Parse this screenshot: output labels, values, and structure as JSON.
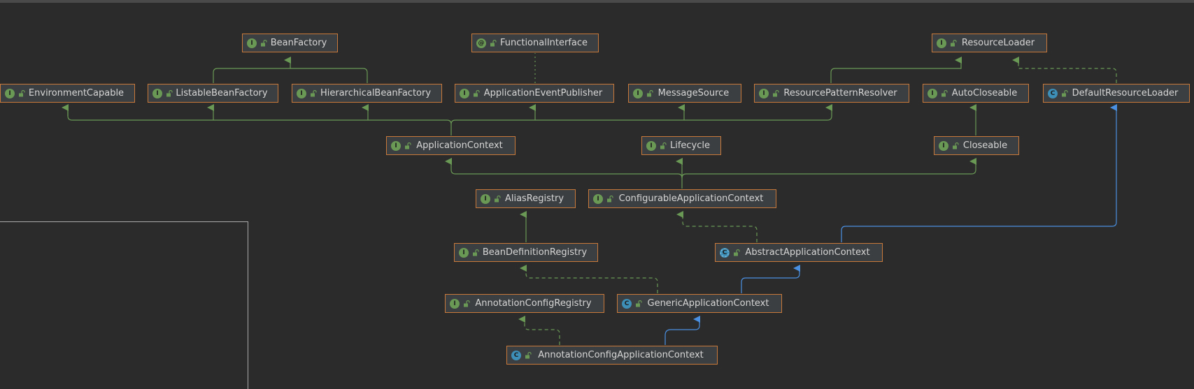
{
  "diagram": {
    "colors": {
      "background": "#2b2b2b",
      "node_border": "#c9793a",
      "node_fill": "#3c3f41",
      "extends_interface": "#6a9955",
      "extends_class": "#4a90e2",
      "text": "#d6d6d6"
    },
    "nodes": [
      {
        "id": "BeanFactory",
        "kind": "interface",
        "icon": "interface-icon",
        "badge": "I",
        "label": "BeanFactory"
      },
      {
        "id": "FunctionalInterface",
        "kind": "annotation",
        "icon": "annotation-icon",
        "badge": "@",
        "label": "FunctionalInterface"
      },
      {
        "id": "ResourceLoader",
        "kind": "interface",
        "icon": "interface-icon",
        "badge": "I",
        "label": "ResourceLoader"
      },
      {
        "id": "EnvironmentCapable",
        "kind": "interface",
        "icon": "interface-icon",
        "badge": "I",
        "label": "EnvironmentCapable"
      },
      {
        "id": "ListableBeanFactory",
        "kind": "interface",
        "icon": "interface-icon",
        "badge": "I",
        "label": "ListableBeanFactory"
      },
      {
        "id": "HierarchicalBeanFactory",
        "kind": "interface",
        "icon": "interface-icon",
        "badge": "I",
        "label": "HierarchicalBeanFactory"
      },
      {
        "id": "ApplicationEventPublisher",
        "kind": "interface",
        "icon": "interface-icon",
        "badge": "I",
        "label": "ApplicationEventPublisher"
      },
      {
        "id": "MessageSource",
        "kind": "interface",
        "icon": "interface-icon",
        "badge": "I",
        "label": "MessageSource"
      },
      {
        "id": "ResourcePatternResolver",
        "kind": "interface",
        "icon": "interface-icon",
        "badge": "I",
        "label": "ResourcePatternResolver"
      },
      {
        "id": "AutoCloseable",
        "kind": "interface",
        "icon": "interface-icon",
        "badge": "I",
        "label": "AutoCloseable"
      },
      {
        "id": "DefaultResourceLoader",
        "kind": "class",
        "icon": "class-icon",
        "badge": "C",
        "label": "DefaultResourceLoader"
      },
      {
        "id": "ApplicationContext",
        "kind": "interface",
        "icon": "interface-icon",
        "badge": "I",
        "label": "ApplicationContext"
      },
      {
        "id": "Lifecycle",
        "kind": "interface",
        "icon": "interface-icon",
        "badge": "I",
        "label": "Lifecycle"
      },
      {
        "id": "Closeable",
        "kind": "interface",
        "icon": "interface-icon",
        "badge": "I",
        "label": "Closeable"
      },
      {
        "id": "AliasRegistry",
        "kind": "interface",
        "icon": "interface-icon",
        "badge": "I",
        "label": "AliasRegistry"
      },
      {
        "id": "ConfigurableApplicationContext",
        "kind": "interface",
        "icon": "interface-icon",
        "badge": "I",
        "label": "ConfigurableApplicationContext"
      },
      {
        "id": "BeanDefinitionRegistry",
        "kind": "interface",
        "icon": "interface-icon",
        "badge": "I",
        "label": "BeanDefinitionRegistry"
      },
      {
        "id": "AbstractApplicationContext",
        "kind": "abstract-class",
        "icon": "abstract-class-icon",
        "badge": "C",
        "label": "AbstractApplicationContext"
      },
      {
        "id": "AnnotationConfigRegistry",
        "kind": "interface",
        "icon": "interface-icon",
        "badge": "I",
        "label": "AnnotationConfigRegistry"
      },
      {
        "id": "GenericApplicationContext",
        "kind": "class",
        "icon": "class-icon",
        "badge": "C",
        "label": "GenericApplicationContext"
      },
      {
        "id": "AnnotationConfigApplicationContext",
        "kind": "class",
        "icon": "class-icon",
        "badge": "C",
        "label": "AnnotationConfigApplicationContext"
      }
    ],
    "edges": [
      {
        "from": "ListableBeanFactory",
        "to": "BeanFactory",
        "type": "extends"
      },
      {
        "from": "HierarchicalBeanFactory",
        "to": "BeanFactory",
        "type": "extends"
      },
      {
        "from": "ApplicationEventPublisher",
        "to": "FunctionalInterface",
        "type": "annotated"
      },
      {
        "from": "ResourcePatternResolver",
        "to": "ResourceLoader",
        "type": "extends"
      },
      {
        "from": "DefaultResourceLoader",
        "to": "ResourceLoader",
        "type": "implements"
      },
      {
        "from": "ApplicationContext",
        "to": "EnvironmentCapable",
        "type": "extends"
      },
      {
        "from": "ApplicationContext",
        "to": "ListableBeanFactory",
        "type": "extends"
      },
      {
        "from": "ApplicationContext",
        "to": "HierarchicalBeanFactory",
        "type": "extends"
      },
      {
        "from": "ApplicationContext",
        "to": "ApplicationEventPublisher",
        "type": "extends"
      },
      {
        "from": "ApplicationContext",
        "to": "MessageSource",
        "type": "extends"
      },
      {
        "from": "ApplicationContext",
        "to": "ResourcePatternResolver",
        "type": "extends"
      },
      {
        "from": "Closeable",
        "to": "AutoCloseable",
        "type": "extends"
      },
      {
        "from": "ConfigurableApplicationContext",
        "to": "ApplicationContext",
        "type": "extends"
      },
      {
        "from": "ConfigurableApplicationContext",
        "to": "Lifecycle",
        "type": "extends"
      },
      {
        "from": "ConfigurableApplicationContext",
        "to": "Closeable",
        "type": "extends"
      },
      {
        "from": "BeanDefinitionRegistry",
        "to": "AliasRegistry",
        "type": "extends"
      },
      {
        "from": "AbstractApplicationContext",
        "to": "ConfigurableApplicationContext",
        "type": "implements"
      },
      {
        "from": "AbstractApplicationContext",
        "to": "DefaultResourceLoader",
        "type": "class-extends"
      },
      {
        "from": "GenericApplicationContext",
        "to": "BeanDefinitionRegistry",
        "type": "implements"
      },
      {
        "from": "GenericApplicationContext",
        "to": "AbstractApplicationContext",
        "type": "class-extends"
      },
      {
        "from": "AnnotationConfigApplicationContext",
        "to": "AnnotationConfigRegistry",
        "type": "implements"
      },
      {
        "from": "AnnotationConfigApplicationContext",
        "to": "GenericApplicationContext",
        "type": "class-extends"
      }
    ]
  }
}
